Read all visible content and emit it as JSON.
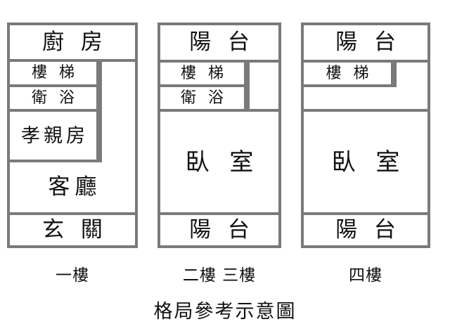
{
  "figure": {
    "title": "格局參考示意圖",
    "border_color": "#7a7a7a",
    "background_color": "#ffffff",
    "text_color": "#111111"
  },
  "plans": [
    {
      "id": "floor-1",
      "caption": "一樓",
      "rooms": [
        {
          "name": "kitchen",
          "label": "廚 房"
        },
        {
          "name": "staircase",
          "label": "樓 梯"
        },
        {
          "name": "bathroom",
          "label": "衛 浴"
        },
        {
          "name": "parents-room",
          "label": "孝親房"
        },
        {
          "name": "living-room",
          "label": "客廳"
        },
        {
          "name": "entryway",
          "label": "玄 關"
        }
      ]
    },
    {
      "id": "floor-2-3",
      "caption": "二樓 三樓",
      "rooms": [
        {
          "name": "balcony-top",
          "label": "陽 台"
        },
        {
          "name": "staircase",
          "label": "樓 梯"
        },
        {
          "name": "bathroom",
          "label": "衛 浴"
        },
        {
          "name": "bedroom",
          "label": "臥 室"
        },
        {
          "name": "balcony-bottom",
          "label": "陽 台"
        }
      ]
    },
    {
      "id": "floor-4",
      "caption": "四樓",
      "rooms": [
        {
          "name": "balcony-top",
          "label": "陽 台"
        },
        {
          "name": "staircase",
          "label": "樓 梯"
        },
        {
          "name": "bedroom",
          "label": "臥 室"
        },
        {
          "name": "balcony-bottom",
          "label": "陽 台"
        }
      ]
    }
  ]
}
